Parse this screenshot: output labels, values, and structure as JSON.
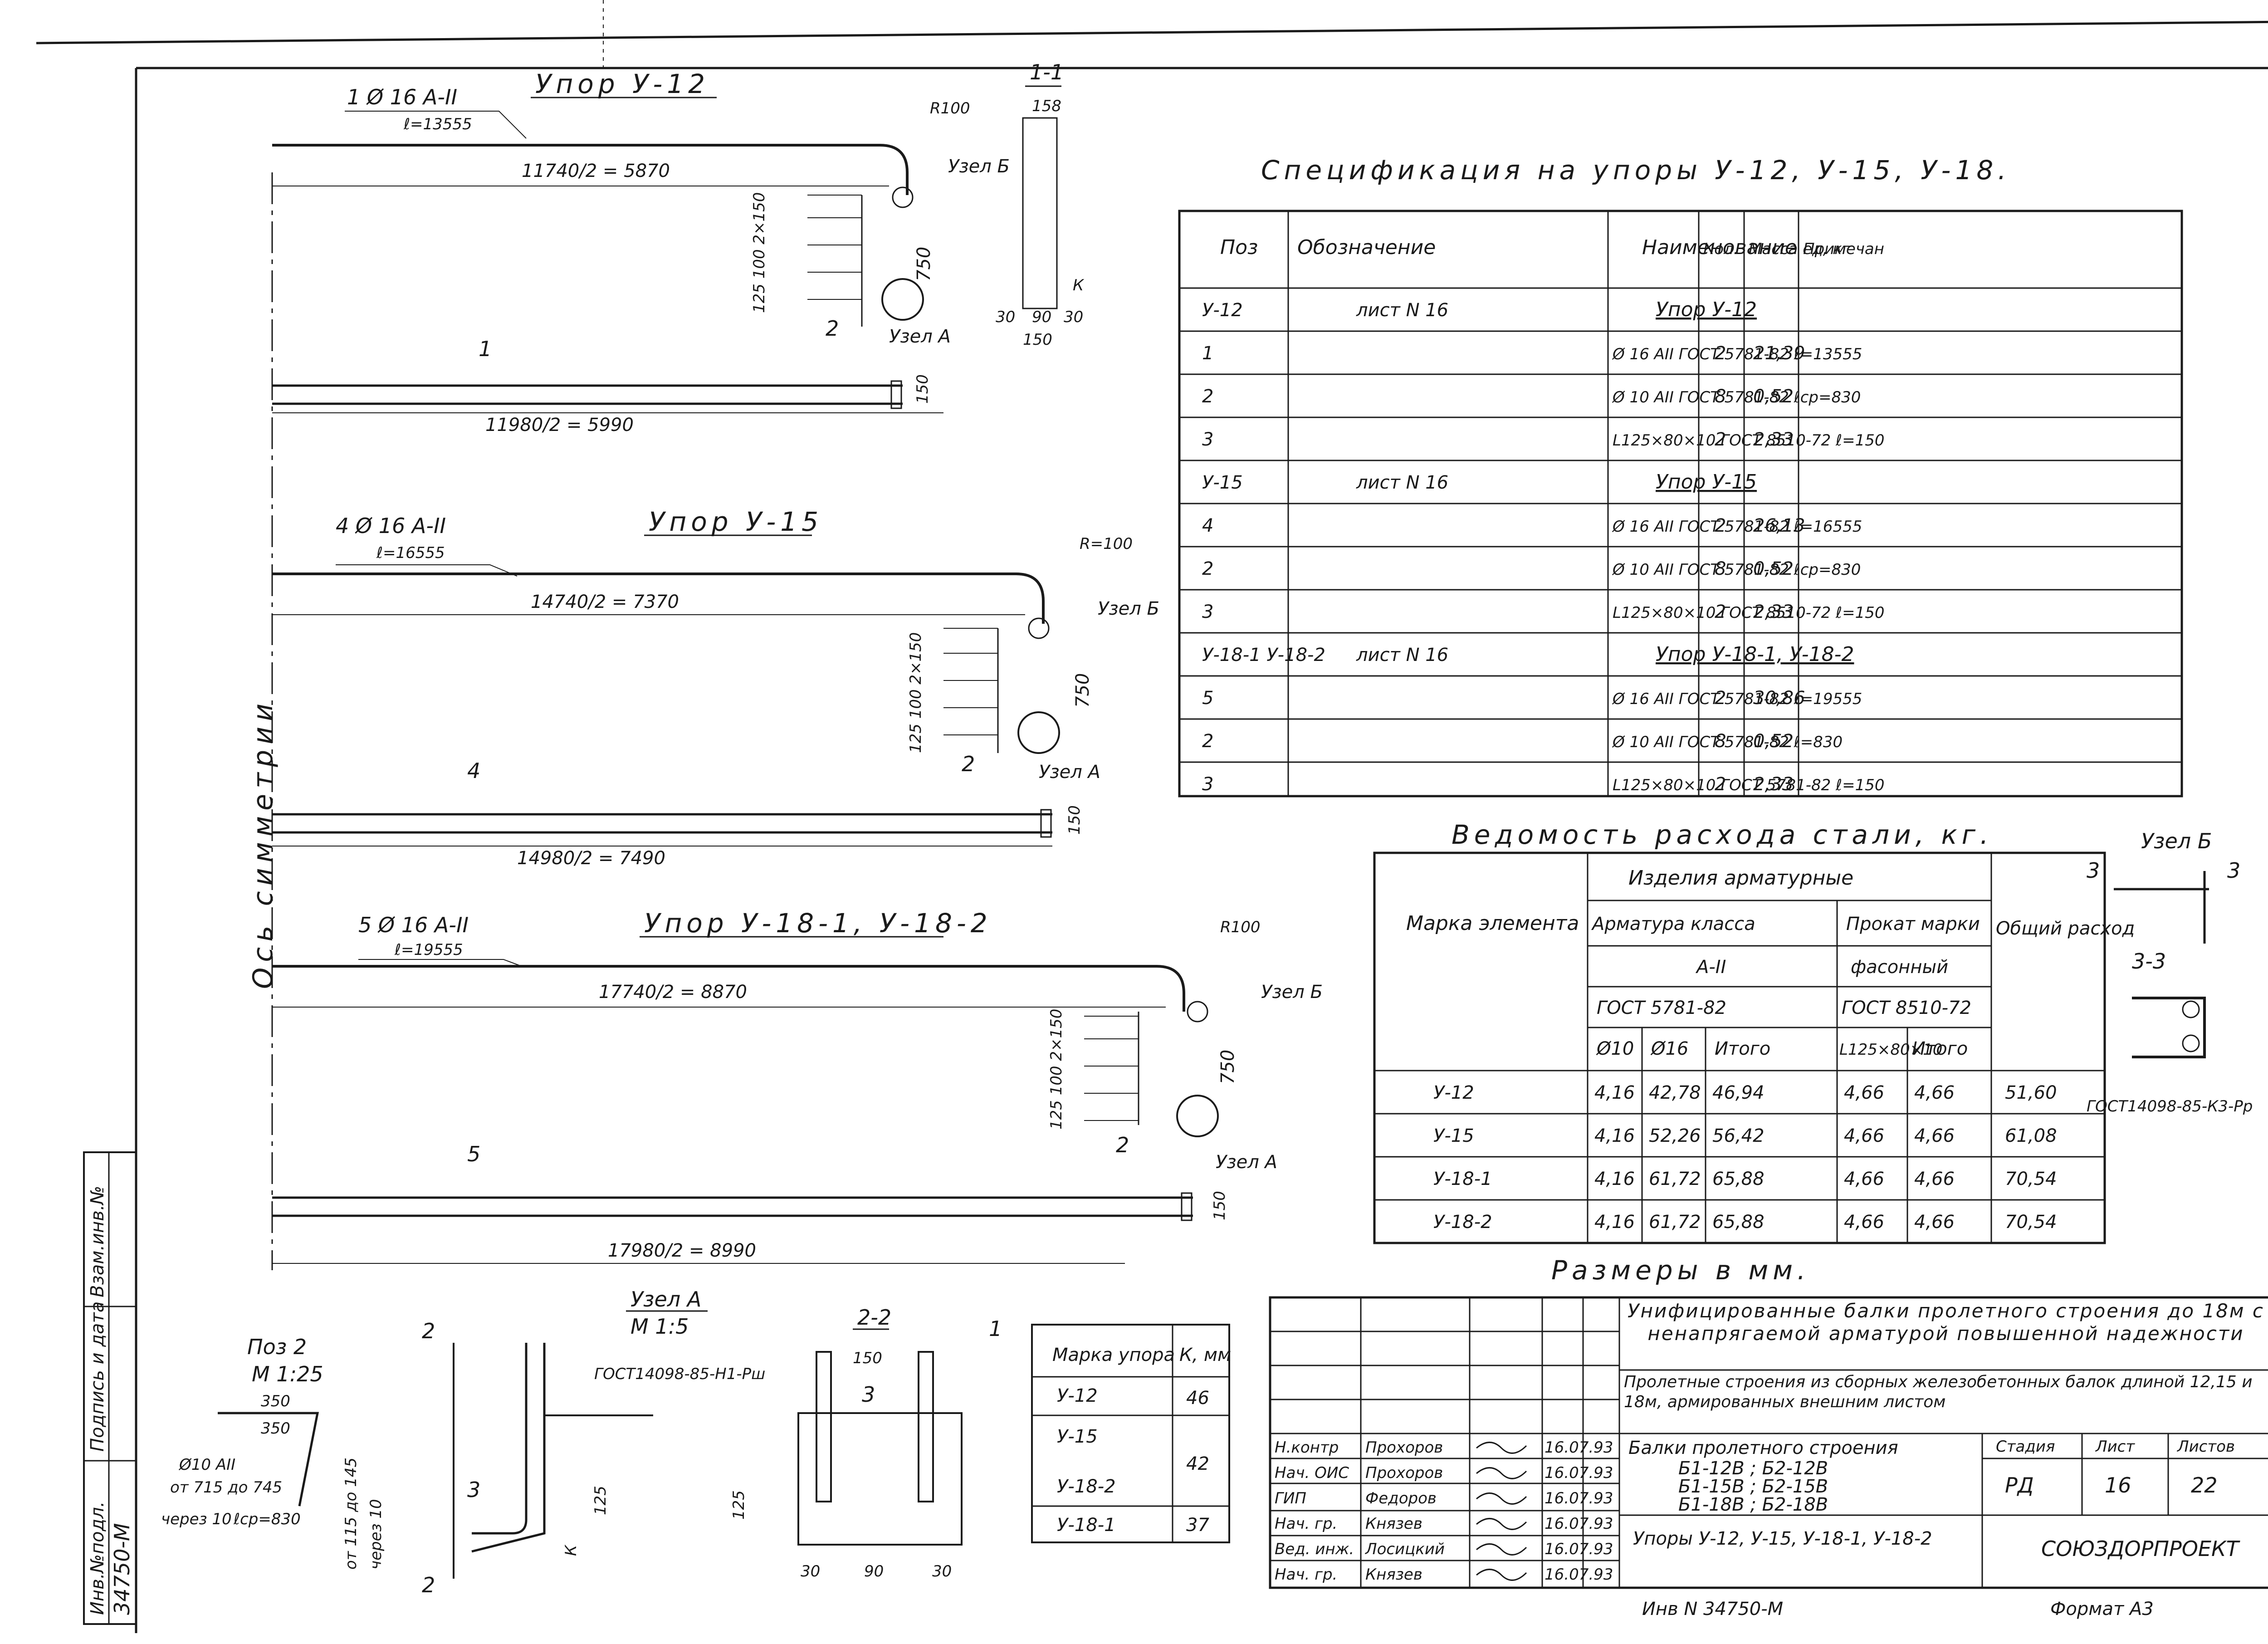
{
  "spec": {
    "title": "Спецификация на упоры У-12, У-15, У-18.",
    "headers": [
      "Поз",
      "Обозначение",
      "Наименование",
      "Кол.",
      "Масса ед, кг",
      "Примечан"
    ],
    "rows": [
      {
        "poz": "У-12",
        "oboz": "лист N 16",
        "name": "Упор У-12",
        "kol": "",
        "mass": "",
        "note": "",
        "group": true
      },
      {
        "poz": "1",
        "oboz": "",
        "name": "Ø 16 AII ГОСТ 5781-82 ℓ=13555",
        "kol": "2",
        "mass": "21,39",
        "note": ""
      },
      {
        "poz": "2",
        "oboz": "",
        "name": "Ø 10 AII ГОСТ 5781-82 ℓср=830",
        "kol": "8",
        "mass": "0,52",
        "note": ""
      },
      {
        "poz": "3",
        "oboz": "",
        "name": "L125×80×10 ГОСТ 8510-72 ℓ=150",
        "kol": "2",
        "mass": "2,33",
        "note": ""
      },
      {
        "poz": "У-15",
        "oboz": "лист N 16",
        "name": "Упор У-15",
        "kol": "",
        "mass": "",
        "note": "",
        "group": true
      },
      {
        "poz": "4",
        "oboz": "",
        "name": "Ø 16 AII ГОСТ 5781-82 ℓ=16555",
        "kol": "2",
        "mass": "26,13",
        "note": ""
      },
      {
        "poz": "2",
        "oboz": "",
        "name": "Ø 10 AII ГОСТ 5781-82 ℓср=830",
        "kol": "8",
        "mass": "0,52",
        "note": ""
      },
      {
        "poz": "3",
        "oboz": "",
        "name": "L125×80×10 ГОСТ 8510-72 ℓ=150",
        "kol": "2",
        "mass": "2,33",
        "note": ""
      },
      {
        "poz": "У-18-1 У-18-2",
        "oboz": "лист N 16",
        "name": "Упор У-18-1, У-18-2",
        "kol": "",
        "mass": "",
        "note": "",
        "group": true
      },
      {
        "poz": "5",
        "oboz": "",
        "name": "Ø 16 AII ГОСТ 5781-82 ℓ=19555",
        "kol": "2",
        "mass": "30,86",
        "note": ""
      },
      {
        "poz": "2",
        "oboz": "",
        "name": "Ø 10 AII ГОСТ 5781-82 ℓ=830",
        "kol": "8",
        "mass": "0,52",
        "note": ""
      },
      {
        "poz": "3",
        "oboz": "",
        "name": "L125×80×10 ГОСТ 5781-82 ℓ=150",
        "kol": "2",
        "mass": "2,33",
        "note": ""
      }
    ]
  },
  "steel": {
    "title": "Ведомость расхода стали, кг.",
    "mark_header": "Марка элемента",
    "products_header": "Изделия арматурные",
    "class_header": "Арматура класса",
    "rolled_header": "Прокат марки",
    "class_value": "A-II",
    "rolled_value": "фасонный",
    "gost1": "ГОСТ 5781-82",
    "gost2": "ГОСТ 8510-72",
    "total_header": "Общий расход",
    "sub_headers": [
      "Ø10",
      "Ø16",
      "Итого",
      "L125×80×10",
      "Итого"
    ],
    "rows": [
      {
        "mark": "У-12",
        "d10": "4,16",
        "d16": "42,78",
        "sum1": "46,94",
        "l125": "4,66",
        "sum2": "4,66",
        "total": "51,60"
      },
      {
        "mark": "У-15",
        "d10": "4,16",
        "d16": "52,26",
        "sum1": "56,42",
        "l125": "4,66",
        "sum2": "4,66",
        "total": "61,08"
      },
      {
        "mark": "У-18-1",
        "d10": "4,16",
        "d16": "61,72",
        "sum1": "65,88",
        "l125": "4,66",
        "sum2": "4,66",
        "total": "70,54"
      },
      {
        "mark": "У-18-2",
        "d10": "4,16",
        "d16": "61,72",
        "sum1": "65,88",
        "l125": "4,66",
        "sum2": "4,66",
        "total": "70,54"
      }
    ],
    "units_note": "Размеры в мм."
  },
  "kk": {
    "headers": [
      "Марка упора",
      "К, мм"
    ],
    "rows": [
      {
        "mark": "У-12",
        "k": "46"
      },
      {
        "mark": "У-15",
        "k": "42"
      },
      {
        "mark": "У-18-2",
        "k": ""
      },
      {
        "mark": "У-18-1",
        "k": "37"
      }
    ]
  },
  "views": {
    "u12": {
      "title": "Упор У-12",
      "pos": "1 Ø 16 A-II",
      "len": "ℓ=13555",
      "dim_top": "11740/2 = 5870",
      "dim_bot": "11980/2 = 5990",
      "radius": "R100"
    },
    "u15": {
      "title": "Упор У-15",
      "pos": "4 Ø 16 A-II",
      "len": "ℓ=16555",
      "dim_top": "14740/2 = 7370",
      "dim_bot": "14980/2 = 7490",
      "radius": "R=100"
    },
    "u18": {
      "title": "Упор У-18-1, У-18-2",
      "pos": "5 Ø 16 A-II",
      "len": "ℓ=19555",
      "dim_top": "17740/2 = 8870",
      "dim_bot": "17980/2 = 8990",
      "radius": "R100"
    },
    "common": {
      "node_a": "Узел А",
      "node_b": "Узел Б",
      "dim_150": "150",
      "dim_750": "750",
      "dim_vert": "125 100 2×150",
      "sym_axis": "Ось симметрии",
      "marker1": "1",
      "marker2": "2"
    }
  },
  "details": {
    "section11": {
      "title": "1-1",
      "d158": "158",
      "d30a": "30",
      "d90": "90",
      "d30b": "30",
      "d150": "150",
      "k": "К"
    },
    "pos2": {
      "title": "Поз 2",
      "scale": "М 1:25",
      "d350a": "350",
      "d350b": "350",
      "bar": "Ø10 AII",
      "range": "от 715 до 745",
      "step": "через 10",
      "lcp": "ℓср=830",
      "vrange": "от 115 до 145",
      "vstep": "через 10"
    },
    "nodeA": {
      "title": "Узел А",
      "scale": "М 1:5",
      "gost": "ГОСТ14098-85-Н1-Рш",
      "d125": "125",
      "k": "К",
      "m3": "3"
    },
    "sec22": {
      "title": "2-2",
      "d150": "150",
      "d125": "125",
      "d30a": "30",
      "d90": "90",
      "d30b": "30",
      "m3": "3",
      "m1": "1"
    },
    "nodeB": {
      "title": "Узел Б",
      "sec33": "3-3",
      "gost": "ГОСТ14098-85-К3-Рр",
      "m3": "3"
    }
  },
  "stamp": {
    "main_title": "Унифицированные балки пролетного строения до 18м с ненапрягаемой арматурой повышенной надежности",
    "sub_title": "Пролетные строения из сборных железобетонных балок длиной 12,15 и 18м, армированных внешним листом",
    "beams_title": "Балки пролетного строения",
    "beams": [
      "Б1-12В ; Б2-12В",
      "Б1-15В ; Б2-15В",
      "Б1-18В ; Б2-18В"
    ],
    "sheet_title": "Упоры У-12, У-15, У-18-1, У-18-2",
    "org": "СОЮЗДОРПРОЕКТ",
    "stage_label": "Стадия",
    "sheet_label": "Лист",
    "sheets_label": "Листов",
    "stage": "РД",
    "sheet": "16",
    "sheets": "22",
    "people": [
      {
        "role": "Н.контр",
        "name": "Прохоров",
        "date": "16.07.93"
      },
      {
        "role": "Нач. ОИС",
        "name": "Прохоров",
        "date": "16.07.93"
      },
      {
        "role": "ГИП",
        "name": "Федоров",
        "date": "16.07.93"
      },
      {
        "role": "Нач. гр.",
        "name": "Князев",
        "date": "16.07.93"
      },
      {
        "role": "Вед. инж.",
        "name": "Лосицкий",
        "date": "16.07.93"
      },
      {
        "role": "Нач. гр.",
        "name": "Князев",
        "date": "16.07.93"
      }
    ],
    "inv": "Инв N 34750-М",
    "format": "Формат А3"
  },
  "side": {
    "labels": [
      "Инв.№подл.",
      "Подпись и дата",
      "Взам.инв.№"
    ],
    "inv_value": "34750-М"
  }
}
